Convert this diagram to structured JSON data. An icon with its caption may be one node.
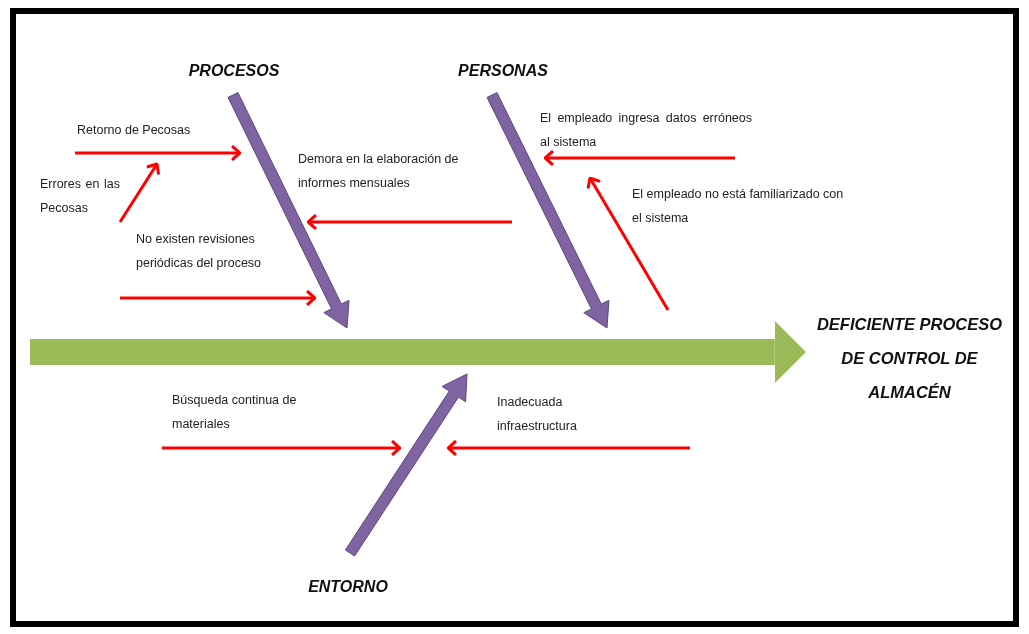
{
  "diagram": {
    "nodes": [
      {
        "text": [
          "PROCESOS"
        ]
      },
      {
        "text": [
          "PERSONAS"
        ]
      },
      {
        "text": [
          "ENTORNO"
        ]
      },
      {
        "text": [
          "DEFICIENTE PROCESO DE CONTROL DE ALMACÉN"
        ]
      },
      {
        "text": [
          "Retorno de Pecosas"
        ]
      },
      {
        "text": [
          "Errores en las Pecosas"
        ]
      },
      {
        "text": [
          "No existen revisiones periódicas del proceso"
        ]
      },
      {
        "text": [
          "El empleado ingresa datos erróneos al sistema"
        ]
      },
      {
        "text": [
          "Búsqueda continua de materiales"
        ]
      }
    ],
    "edges": [
      {
        "from": null,
        "to": 3,
        "arrow": "to",
        "style": "thick",
        "color": "#9bbb59"
      },
      {
        "from": 4,
        "to": 0,
        "arrow": "to"
      },
      {
        "from": 5,
        "to": 4,
        "arrow": "to"
      },
      {
        "from": 6,
        "to": 0,
        "arrow": "to"
      },
      {
        "from": null,
        "to": 0,
        "arrow": "to",
        "label": "Demora en la elaboración de informes mensuales"
      },
      {
        "from": 7,
        "to": 1,
        "arrow": "to"
      },
      {
        "from": null,
        "to": 7,
        "arrow": "to",
        "label": "El empleado no está familiarizado con el sistema"
      },
      {
        "from": 8,
        "to": 2,
        "arrow": "to"
      },
      {
        "from": null,
        "to": 2,
        "arrow": "to",
        "label": "Inadecuada infraestructura"
      }
    ]
  }
}
